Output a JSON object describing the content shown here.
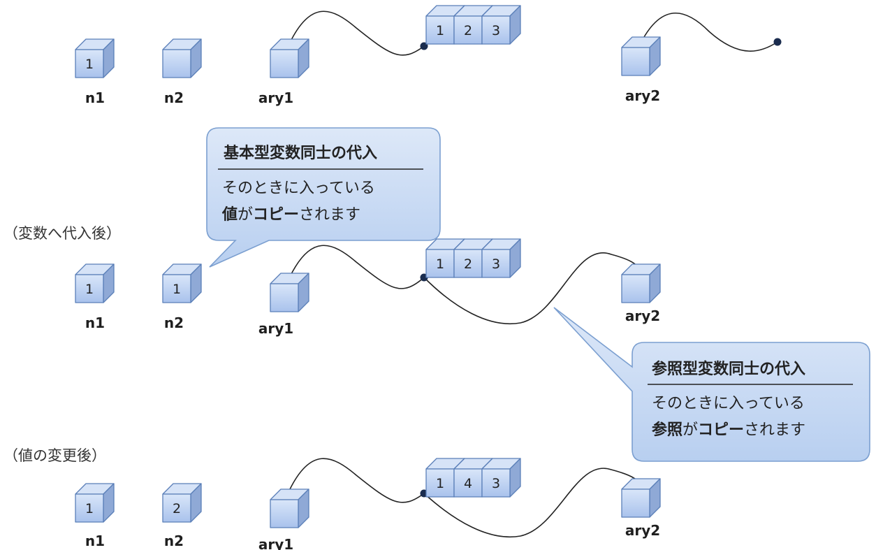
{
  "sections": [
    {
      "caption": "",
      "n1": {
        "label": "n1",
        "value": "1"
      },
      "n2": {
        "label": "n2",
        "value": ""
      },
      "ary1": {
        "label": "ary1"
      },
      "ary2": {
        "label": "ary2"
      },
      "array_values": [
        "1",
        "2",
        "3"
      ]
    },
    {
      "caption": "（変数へ代入後）",
      "n1": {
        "label": "n1",
        "value": "1"
      },
      "n2": {
        "label": "n2",
        "value": "1"
      },
      "ary1": {
        "label": "ary1"
      },
      "ary2": {
        "label": "ary2"
      },
      "array_values": [
        "1",
        "2",
        "3"
      ]
    },
    {
      "caption": "（値の変更後）",
      "n1": {
        "label": "n1",
        "value": "1"
      },
      "n2": {
        "label": "n2",
        "value": "2"
      },
      "ary1": {
        "label": "ary1"
      },
      "ary2": {
        "label": "ary2"
      },
      "array_values": [
        "1",
        "4",
        "3"
      ]
    }
  ],
  "callouts": {
    "primitive": {
      "title": "基本型変数同士の代入",
      "line1": "そのときに入っている",
      "line2_bold1": "値",
      "line2_mid": "が",
      "line2_bold2": "コピー",
      "line2_end": "されます"
    },
    "reference": {
      "title": "参照型変数同士の代入",
      "line1": "そのときに入っている",
      "line2_bold1": "参照",
      "line2_mid": "が",
      "line2_bold2": "コピー",
      "line2_end": "されます"
    }
  },
  "colors": {
    "cube_front": "#b7cdf0",
    "cube_top": "#d6e3f7",
    "cube_side": "#8fa9d6",
    "cube_edge": "#5a7fb8",
    "callout_fill": "#c9dbf3",
    "callout_edge": "#7b9fd0",
    "line": "#222222",
    "dot": "#1a2c4e"
  }
}
